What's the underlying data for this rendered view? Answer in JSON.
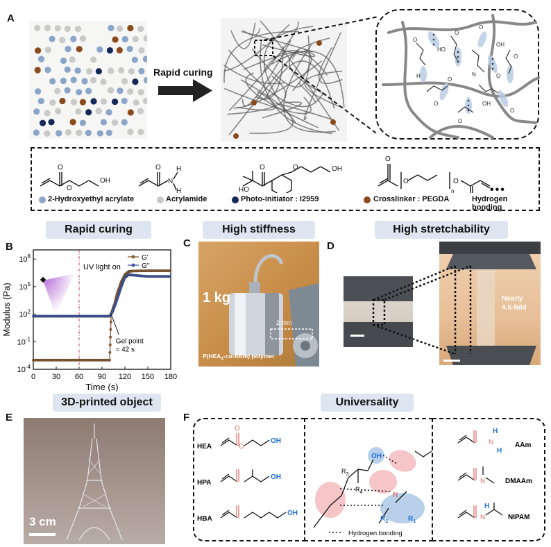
{
  "panels": {
    "A": "A",
    "B": "B",
    "C": "C",
    "D": "D",
    "E": "E",
    "F": "F"
  },
  "panel_a": {
    "arrow_label": "Rapid curing",
    "legend": {
      "hea": "2-Hydroxyethyl acrylate",
      "aam": "Acrylamide",
      "initiator": "Photo-initiator : I2959",
      "crosslinker": "Crosslinker : PEGDA",
      "hbond": "Hydrogen bonding"
    },
    "chem_labels": {
      "oh": "OH",
      "o": "O",
      "n": "N",
      "h": "H",
      "ho": "HO",
      "sub_n": "n"
    }
  },
  "sections": {
    "b": "Rapid curing",
    "c": "High stiffness",
    "d": "High stretchability",
    "e": "3D-printed object",
    "f": "Universality"
  },
  "chart_data": {
    "type": "line",
    "xlabel": "Time (s)",
    "ylabel": "Modulus (Pa)",
    "xlim": [
      0,
      180
    ],
    "ylim_log10": [
      -4,
      9
    ],
    "log_y": true,
    "xticks": [
      "0",
      "30",
      "60",
      "90",
      "120",
      "150",
      "180"
    ],
    "yticks": [
      "10^-4",
      "10^-1",
      "10^2",
      "10^5",
      "10^8"
    ],
    "series": [
      {
        "name": "G'",
        "color": "#8b5a2b",
        "x": [
          0,
          10,
          20,
          30,
          40,
          50,
          60,
          70,
          80,
          90,
          100,
          102,
          104,
          106,
          110,
          115,
          120,
          125,
          130,
          140,
          150,
          160,
          170,
          180
        ],
        "y": [
          0.001,
          0.001,
          0.001,
          0.001,
          0.001,
          0.001,
          0.001,
          0.001,
          0.001,
          0.001,
          0.001,
          100,
          300,
          1000,
          20000,
          300000,
          2000000,
          4500000,
          5000000,
          5200000,
          5300000,
          5300000,
          5300000,
          5300000
        ]
      },
      {
        "name": "G''",
        "color": "#3a56a8",
        "x": [
          0,
          10,
          20,
          30,
          40,
          50,
          60,
          70,
          80,
          90,
          100,
          104,
          108,
          112,
          116,
          120,
          125,
          130,
          140,
          150,
          160,
          170,
          180
        ],
        "y": [
          60,
          60,
          60,
          60,
          60,
          60,
          60,
          60,
          60,
          60,
          60,
          200,
          1500,
          15000,
          150000,
          1000000,
          2000000,
          1800000,
          1500000,
          1300000,
          1300000,
          1300000,
          1300000
        ]
      }
    ],
    "annotations": {
      "uv": "UV light on",
      "gel1": "Gel point",
      "gel2": "≈ 42 s"
    },
    "uv_on_x": 60
  },
  "panel_c": {
    "weight": "1 kg",
    "thickness": "2 mm",
    "polymer": "P(HEA",
    "polymer_sub": "4",
    "polymer_rest": "-co-AAm) polymer"
  },
  "panel_d": {
    "label1": "Nearly",
    "label2": "4.5-fold"
  },
  "panel_e": {
    "scale": "3 cm"
  },
  "panel_f": {
    "left": [
      "HEA",
      "HPA",
      "HBA"
    ],
    "right": [
      "AAm",
      "DMAAm",
      "NIPAM"
    ],
    "hbond": "Hydrogen bonding",
    "r_labels": {
      "r1": "R",
      "r2": "R",
      "r3": "R",
      "r4": "R",
      "s1": "1",
      "s2": "2",
      "s3": "3",
      "s4": "4",
      "oh": "OH",
      "o": "O",
      "n": "N",
      "h": "H"
    }
  }
}
